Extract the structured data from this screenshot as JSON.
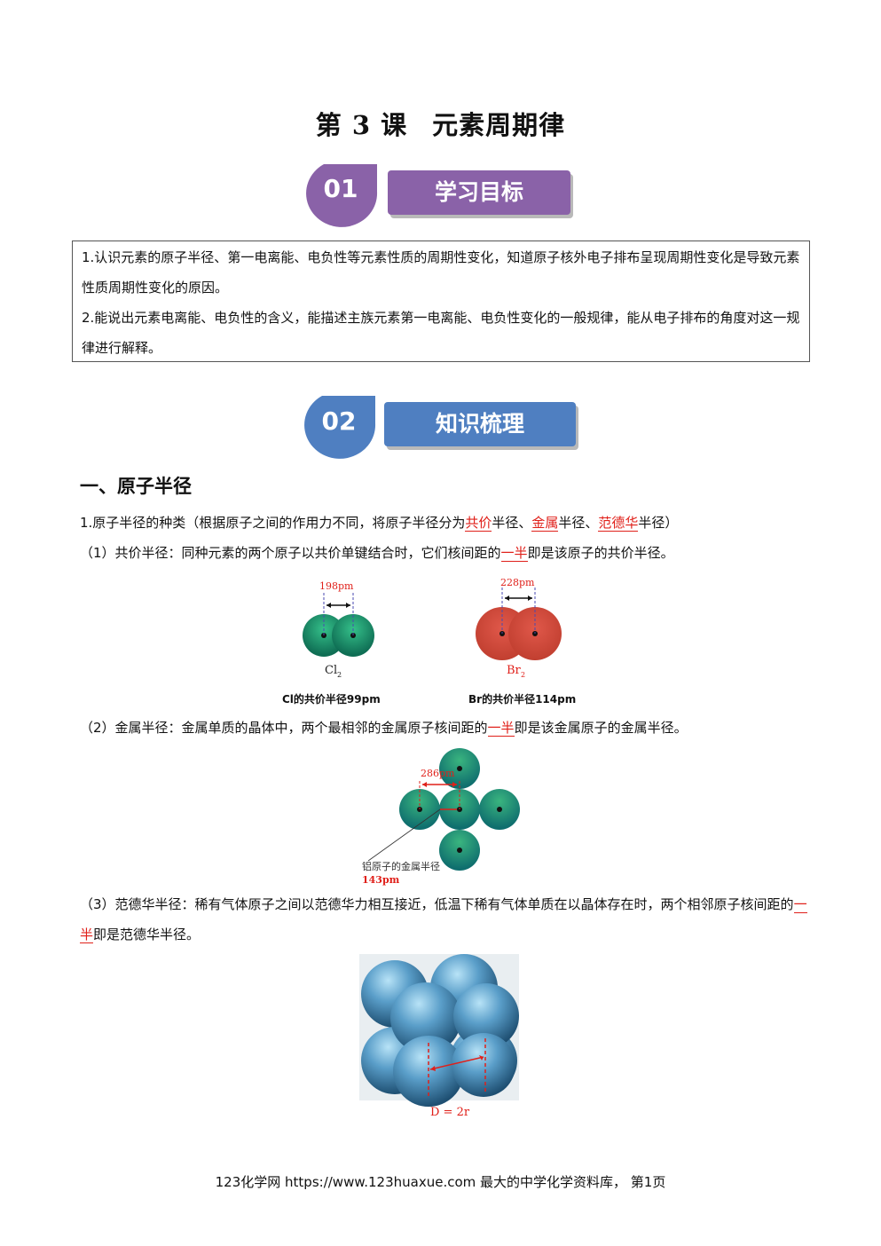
{
  "title": {
    "lesson": "第 3 课",
    "topic": "元素周期律"
  },
  "section_badges": [
    {
      "number": "01",
      "label": "学习目标"
    },
    {
      "number": "02",
      "label": "知识梳理"
    }
  ],
  "objectives": [
    "1.认识元素的原子半径、第一电离能、电负性等元素性质的周期性变化，知道原子核外电子排布呈现周期性变化是导致元素性质周期性变化的原因。",
    "2.能说出元素电离能、电负性的含义，能描述主族元素第一电离能、电负性变化的一般规律，能从电子排布的角度对这一规律进行解释。"
  ],
  "section1": {
    "heading": "一、原子半径",
    "p1": {
      "a": "1.原子半径的种类（根据原子之间的作用力不同，将原子半径分为",
      "b": "共价",
      "c": "半径、",
      "d": "金属",
      "e": "半径、",
      "f": "范德华",
      "g": "半径）"
    },
    "p2": {
      "a": "（1）共价半径：同种元素的两个原子以共价单键结合时，它们核间距的",
      "b": "一半",
      "c": "即是该原子的共价半径。"
    },
    "p3": {
      "a": "（2）金属半径：金属单质的晶体中，两个最相邻的金属原子核间距的",
      "b": "一半",
      "c": "即是该金属原子的金属半径。"
    },
    "p4": {
      "a": "（3）范德华半径：稀有气体原子之间以范德华力相互接近，低温下稀有气体单质在以晶体存在时，两个相邻原子核间距的",
      "b": "一半",
      "c": "即是范德华半径。"
    }
  },
  "figures": {
    "cl": {
      "distance": "198pm",
      "formula": "Cl",
      "sub": "2",
      "caption": "Cl的共价半径99pm"
    },
    "br": {
      "distance": "228pm",
      "formula": "Br",
      "sub": "2",
      "caption": "Br的共价半径114pm"
    },
    "al": {
      "distance": "286pm",
      "label": "铝原子的金属半径",
      "value": "143pm"
    },
    "vdw": {
      "formula": "D = 2r"
    }
  },
  "footer": "123化学网 https://www.123huaxue.com 最大的中学化学资料库， 第1页",
  "colors": {
    "purple": "#8a62a8",
    "blue": "#4f7fc1",
    "red": "#e0201a",
    "green_atom": "#1f9a6e",
    "br_atom": "#d24a3a",
    "vdw_sphere": "#5a9ec9"
  }
}
